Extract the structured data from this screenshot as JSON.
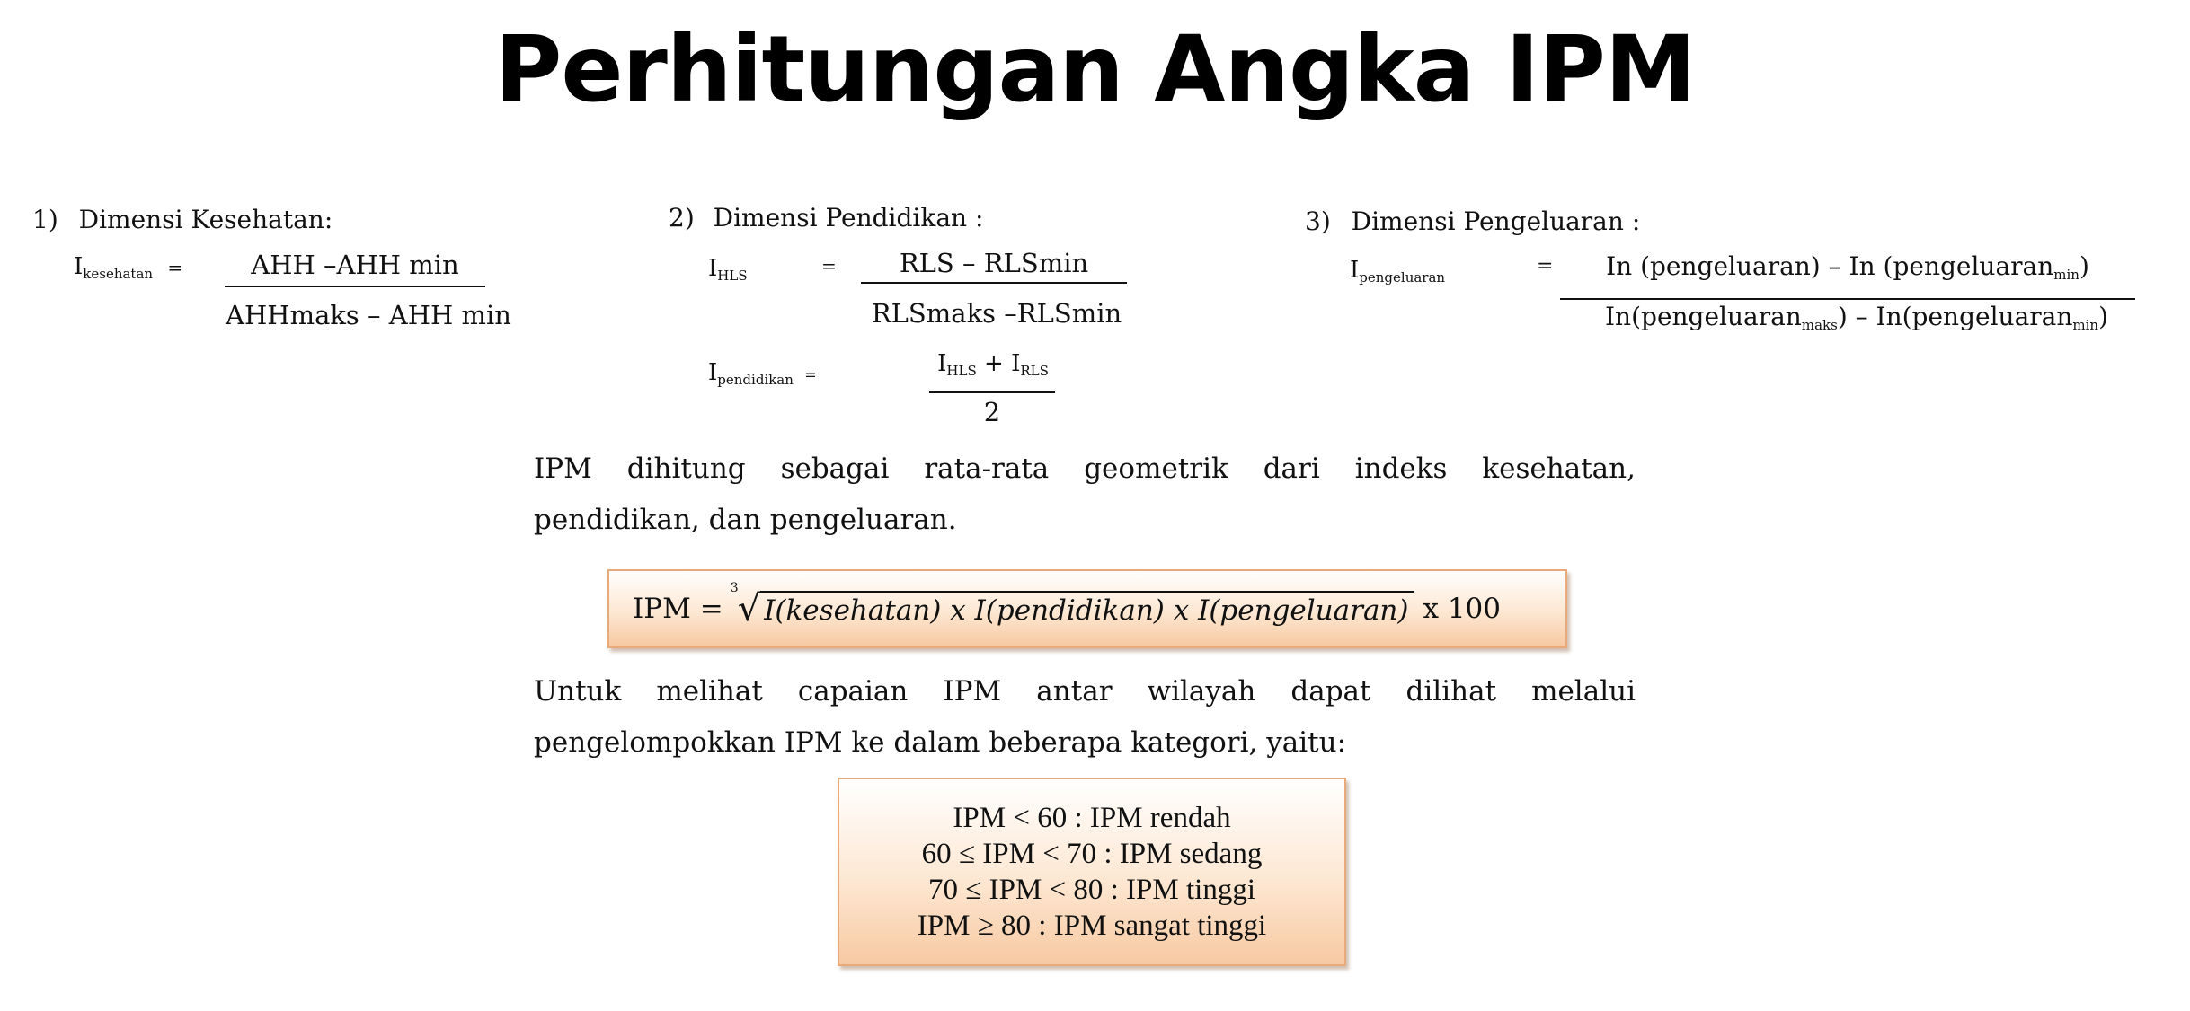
{
  "title": "Perhitungan Angka IPM",
  "kesehatan": {
    "heading_num": "1)",
    "heading": "Dimensi Kesehatan:",
    "label_main": "I",
    "label_sub": "kesehatan",
    "eq": "=",
    "numerator": "AHH –AHH min",
    "denominator": "AHHmaks – AHH min"
  },
  "pendidikan": {
    "heading_num": "2)",
    "heading": "Dimensi Pendidikan :",
    "hls_label_main": "I",
    "hls_label_sub": "HLS",
    "hls_eq": "=",
    "hls_numerator": "RLS – RLSmin",
    "hls_denominator": "RLSmaks –RLSmin",
    "label_main": "I",
    "label_sub": "pendidikan",
    "eq": "=",
    "num_a_main": "I",
    "num_a_sub": "HLS",
    "num_plus": "+",
    "num_b_main": "I",
    "num_b_sub": "RLS",
    "denominator": "2"
  },
  "pengeluaran": {
    "heading_num": "3)",
    "heading": "Dimensi Pengeluaran :",
    "label_main": "I",
    "label_sub": "pengeluaran",
    "eq": "=",
    "num_text": "In (pengeluaran) – In (pengeluaran",
    "num_sub": "min",
    "num_close": ")",
    "den_text_a": "In(pengeluaran",
    "den_sub_a": "maks",
    "den_text_b": ") – In(pengeluaran",
    "den_sub_b": "min",
    "den_close": ")"
  },
  "paragraph1": {
    "line1": "IPM dihitung sebagai rata-rata geometrik dari indeks kesehatan,",
    "line2": "pendidikan, dan pengeluaran."
  },
  "formula": {
    "lhs": "IPM =",
    "root_index": "3",
    "root_sign": "√",
    "radicand": "I(kesehatan) x I(pendidikan) x I(pengeluaran)",
    "tail": "x 100"
  },
  "paragraph2": {
    "line1": "Untuk melihat capaian IPM antar wilayah dapat dilihat melalui",
    "line2": "pengelompokkan IPM ke dalam beberapa kategori, yaitu:"
  },
  "categories": [
    "IPM < 60 : IPM rendah",
    "60 ≤ IPM < 70 : IPM sedang",
    "70 ≤ IPM < 80 : IPM tinggi",
    "IPM ≥ 80 : IPM sangat tinggi"
  ],
  "colors": {
    "box_border": "#e9a978",
    "box_fill_bottom": "#f7c9a2"
  }
}
